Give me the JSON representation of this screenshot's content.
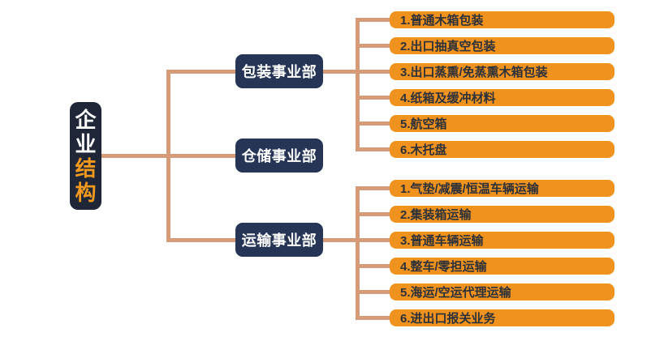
{
  "root": {
    "line1": "企业",
    "line2": "结构",
    "full_title": "企业结构"
  },
  "colors": {
    "root_bg": "#1e2637",
    "branch_bg": "#263456",
    "leaf_bg": "#f0921e",
    "connector": "#d69b78",
    "leaf_text": "#2d3139",
    "root_accent": "#f39a1e"
  },
  "branches": [
    {
      "label": "包装事业部",
      "children": [
        "1.普通木箱包装",
        "2.出口抽真空包装",
        "3.出口蒸熏/免蒸熏木箱包装",
        "4.纸箱及缓冲材料",
        "5.航空箱",
        "6.木托盘"
      ]
    },
    {
      "label": "仓储事业部",
      "children": []
    },
    {
      "label": "运输事业部",
      "children": [
        "1.气垫/减震/恒温车辆运输",
        "2.集装箱运输",
        "3.普通车辆运输",
        "4.整车/零担运输",
        "5.海运/空运代理运输",
        "6.进出口报关业务"
      ]
    }
  ]
}
